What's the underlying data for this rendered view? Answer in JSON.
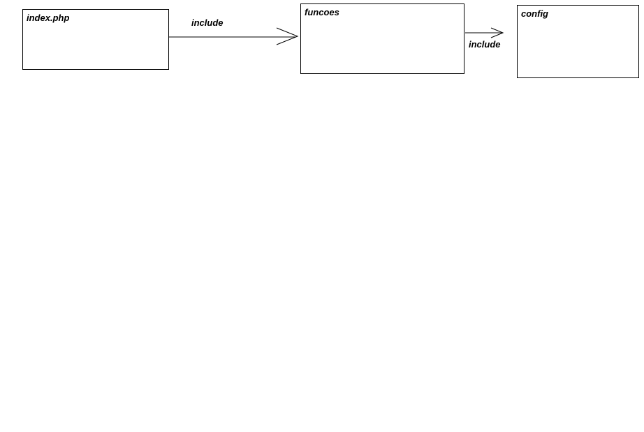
{
  "diagram": {
    "nodes": [
      {
        "id": "index-php",
        "label": "index.php"
      },
      {
        "id": "funcoes",
        "label": "funcoes"
      },
      {
        "id": "config",
        "label": "config"
      }
    ],
    "edges": [
      {
        "from": "index-php",
        "to": "funcoes",
        "label": "include"
      },
      {
        "from": "funcoes",
        "to": "config",
        "label": "include"
      }
    ],
    "colors": {
      "background": "#ffffff",
      "stroke": "#000000",
      "text": "#000000"
    }
  }
}
